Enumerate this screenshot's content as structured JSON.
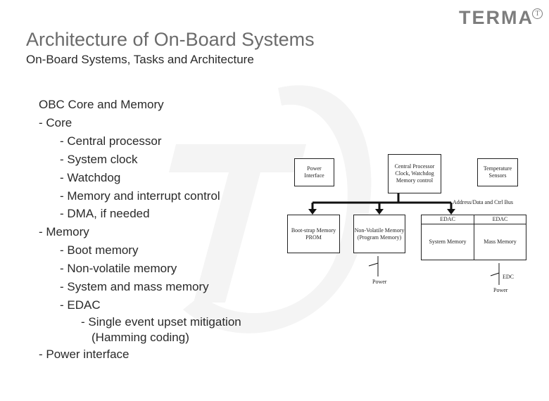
{
  "header": {
    "title": "Architecture of On-Board Systems",
    "subtitle": "On-Board Systems, Tasks and Architecture",
    "logo_text": "TERMA",
    "logo_mark": "T"
  },
  "bullets": [
    {
      "level": 1,
      "text": "OBC Core and Memory"
    },
    {
      "level": 1,
      "text": "- Core"
    },
    {
      "level": 2,
      "text": "-  Central processor"
    },
    {
      "level": 2,
      "text": "-  System clock"
    },
    {
      "level": 2,
      "text": "-  Watchdog"
    },
    {
      "level": 2,
      "text": "-  Memory and interrupt control"
    },
    {
      "level": 2,
      "text": "-  DMA, if needed"
    },
    {
      "level": 1,
      "text": "- Memory"
    },
    {
      "level": 2,
      "text": "-  Boot memory"
    },
    {
      "level": 2,
      "text": "-  Non-volatile memory"
    },
    {
      "level": 2,
      "text": "-  System and mass memory"
    },
    {
      "level": 2,
      "text": "-  EDAC"
    },
    {
      "level": 3,
      "text": "-  Single event upset mitigation"
    },
    {
      "level": 4,
      "text": "(Hamming coding)"
    },
    {
      "level": 1,
      "text": "- Power interface"
    }
  ],
  "diagram": {
    "power_interface": "Power Interface",
    "cpu_line1": "Central Processor",
    "cpu_line2": "Clock, Watchdog",
    "cpu_line3": "Memory control",
    "temp_line1": "Temperature",
    "temp_line2": "Sensors",
    "bus_label": "Address/Data and Ctrl Bus",
    "boot_line1": "Boot-strap Memory",
    "boot_line2": "PROM",
    "nvm_line1": "Non-Volatile Memory",
    "nvm_line2": "(Program Memory)",
    "edac_1": "EDAC",
    "edac_2": "EDAC",
    "system_memory": "System Memory",
    "mass_memory": "Mass Memory",
    "power_label_1": "Power",
    "power_label_2": "Power",
    "edc_label": "EDC"
  }
}
